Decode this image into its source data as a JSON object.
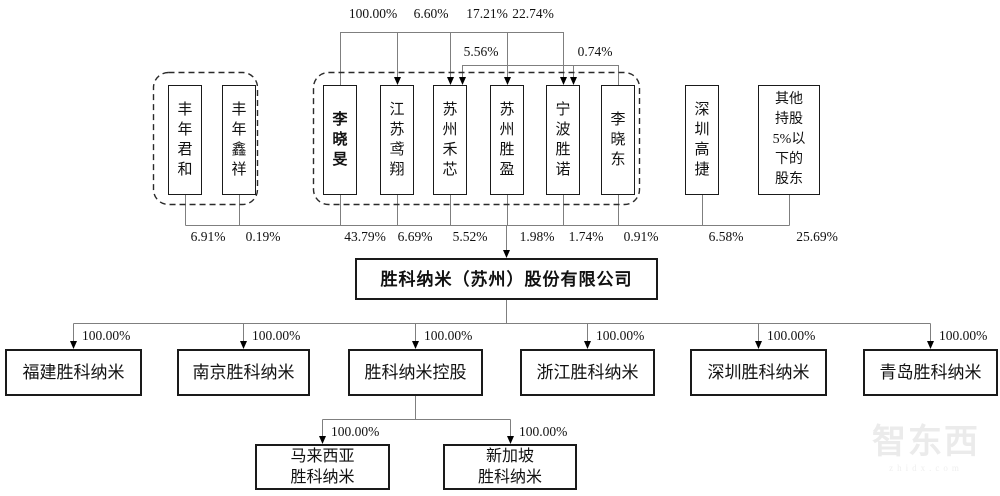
{
  "company": {
    "name": "胜科纳米（苏州）股份有限公司"
  },
  "shareholders": [
    {
      "name": "丰年君和",
      "pct": "6.91%"
    },
    {
      "name": "丰年鑫祥",
      "pct": "0.19%"
    },
    {
      "name": "李晓旻",
      "pct": "43.79%"
    },
    {
      "name": "江苏鸢翔",
      "pct": "6.69%"
    },
    {
      "name": "苏州禾芯",
      "pct": "5.52%"
    },
    {
      "name": "苏州胜盈",
      "pct": "1.98%"
    },
    {
      "name": "宁波胜诺",
      "pct": "1.74%"
    },
    {
      "name": "李晓东",
      "pct": "0.91%"
    },
    {
      "name": "深圳高捷",
      "pct": "6.58%"
    },
    {
      "name": "其他持股5%以下的股东",
      "pct": "25.69%"
    }
  ],
  "cross_holdings": {
    "li_xiaomin": {
      "jiangsu_yuanxiang": "100.00%",
      "suzhou_hexin": "6.60%",
      "suzhou_shengying": "17.21%",
      "ningbo_shengnuo": "22.74%"
    },
    "li_xiaodong": {
      "suzhou_hexin": "5.56%",
      "ningbo_shengnuo": "0.74%"
    }
  },
  "subsidiaries": [
    {
      "name": "福建胜科纳米",
      "pct": "100.00%"
    },
    {
      "name": "南京胜科纳米",
      "pct": "100.00%"
    },
    {
      "name": "胜科纳米控股",
      "pct": "100.00%"
    },
    {
      "name": "浙江胜科纳米",
      "pct": "100.00%"
    },
    {
      "name": "深圳胜科纳米",
      "pct": "100.00%"
    },
    {
      "name": "青岛胜科纳米",
      "pct": "100.00%"
    }
  ],
  "second_level_subsidiaries": [
    {
      "name": "马来西亚\n胜科纳米",
      "pct": "100.00%"
    },
    {
      "name": "新加坡\n胜科纳米",
      "pct": "100.00%"
    }
  ],
  "watermark": {
    "logo": "智东西",
    "site": "zhidx.com"
  },
  "colors": {
    "line": "#7f7f7f",
    "border": "#1a1a1a",
    "arrow": "#000000",
    "background": "#ffffff"
  }
}
